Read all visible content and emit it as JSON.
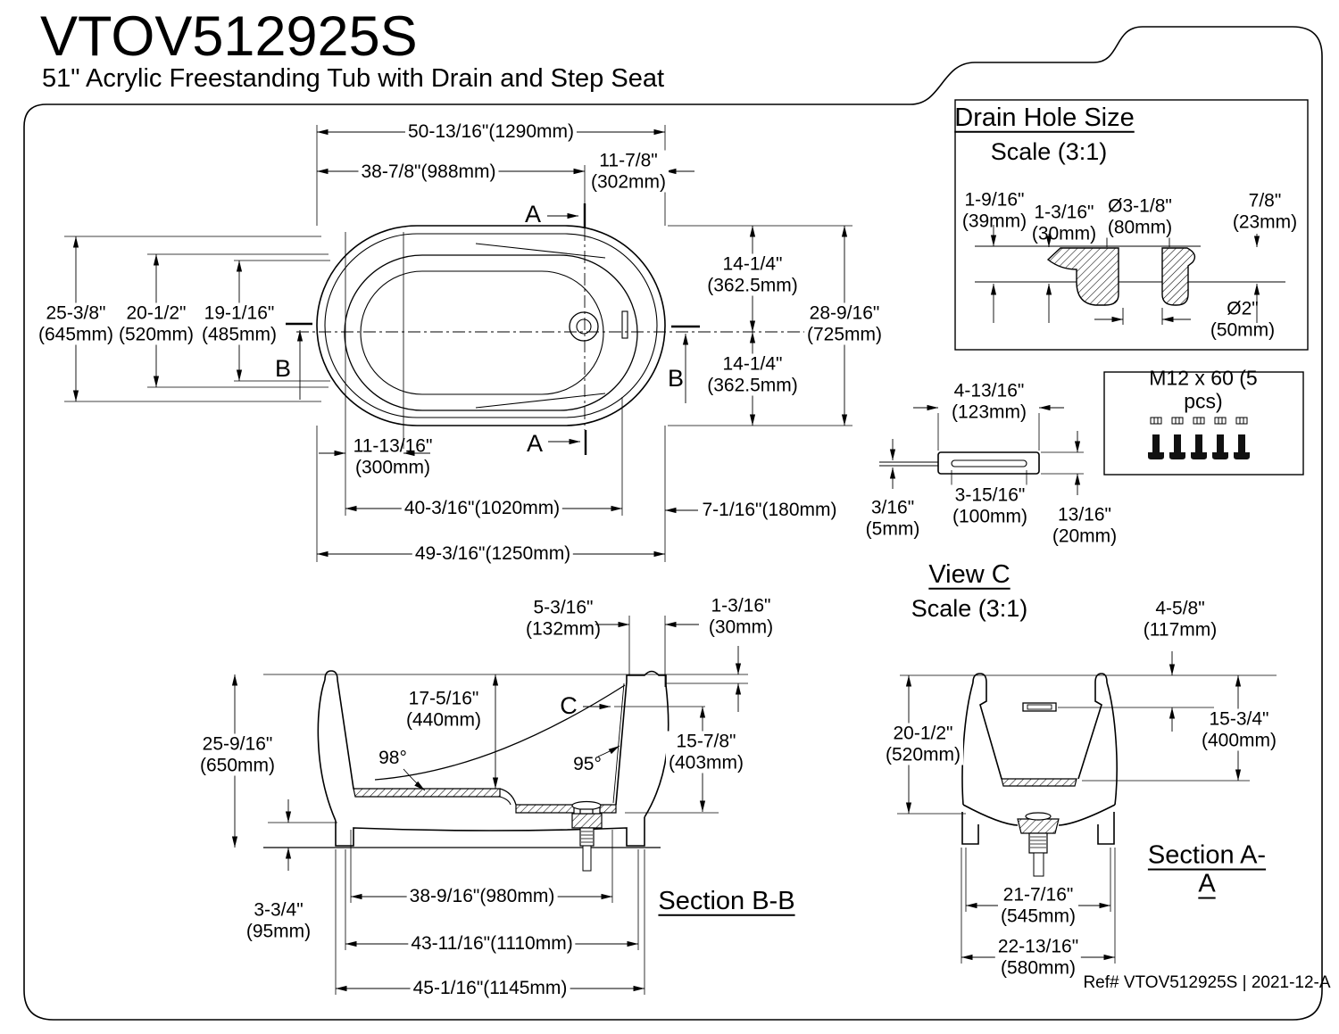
{
  "title": "VTOV512925S",
  "subtitle": "51\" Acrylic Freestanding Tub with Drain and Step Seat",
  "ref": "Ref# VTOV512925S | 2021-12-A",
  "markers": {
    "a": "A",
    "b": "B",
    "c": "C"
  },
  "top_view": {
    "overall_length": "50-13/16\"(1290mm)",
    "drain_from_left": "38-7/8\"(988mm)",
    "drain_from_right": "11-7/8\"\n(302mm)",
    "overall_width": "25-3/8\"\n(645mm)",
    "inner_width": "20-1/2\"\n(520mm)",
    "basin_width": "19-1/16\"\n(485mm)",
    "half_width_top": "14-1/4\"\n(362.5mm)",
    "half_width_bottom": "14-1/4\"\n(362.5mm)",
    "overall_width_right": "28-9/16\"\n(725mm)",
    "seat_depth": "11-13/16\"\n(300mm)",
    "basin_length": "40-3/16\"(1020mm)",
    "seat_length": "7-1/16\"(180mm)",
    "base_length": "49-3/16\"(1250mm)"
  },
  "drain_detail": {
    "title": "Drain Hole Size",
    "scale": "Scale (3:1)",
    "flange_offset": "1-9/16\"\n(39mm)",
    "lip_offset": "1-3/16\"\n(30mm)",
    "outer_dia": "Ø3-1/8\"\n(80mm)",
    "depth": "7/8\"\n(23mm)",
    "hole_dia": "Ø2\"\n(50mm)"
  },
  "view_c": {
    "title": "View C",
    "scale": "Scale (3:1)",
    "width": "4-13/16\"\n(123mm)",
    "thickness": "3/16\"\n(5mm)",
    "slot_length": "3-15/16\"\n(100mm)",
    "height": "13/16\"\n(20mm)"
  },
  "hardware": {
    "label": "M12 x 60 (5 pcs)"
  },
  "section_bb": {
    "title": "Section B-B",
    "rim_to_overflow": "5-3/16\"\n(132mm)",
    "lip": "1-3/16\"\n(30mm)",
    "overall_height": "25-9/16\"\n(650mm)",
    "depth": "17-5/16\"\n(440mm)",
    "angle_left": "98°",
    "angle_right": "95°",
    "seat_height": "15-7/8\"\n(403mm)",
    "foot_height": "3-3/4\"\n(95mm)",
    "floor_length": "38-9/16\"(980mm)",
    "base_length": "43-11/16\"(1110mm)",
    "overall_length": "45-1/16\"(1145mm)"
  },
  "section_aa": {
    "title": "Section A-A",
    "overflow_drop": "4-5/8\"\n(117mm)",
    "height": "20-1/2\"\n(520mm)",
    "water_depth": "15-3/4\"\n(400mm)",
    "floor_width": "21-7/16\"\n(545mm)",
    "base_width": "22-13/16\"\n(580mm)"
  }
}
